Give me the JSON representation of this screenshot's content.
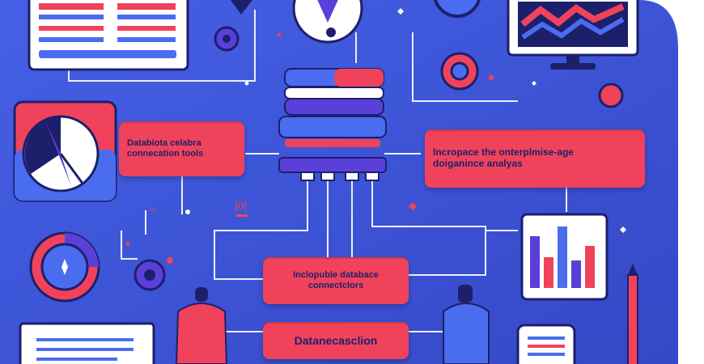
{
  "boxes": {
    "left": {
      "line1": "Databiota celabra",
      "line2": "connecation tools"
    },
    "right": {
      "line1": "Incropace the onterplmise-age",
      "line2": "doiganince analyas"
    },
    "center": {
      "line1": "Inclopuble databace",
      "line2": "connectclors"
    },
    "bottom": {
      "line1": "Datanecasclion"
    }
  },
  "colors": {
    "background": "#3f56d4",
    "accent_red": "#f0435b",
    "accent_blue": "#4a6df0",
    "navy": "#1d1f6b",
    "purple": "#5b3fd9"
  }
}
